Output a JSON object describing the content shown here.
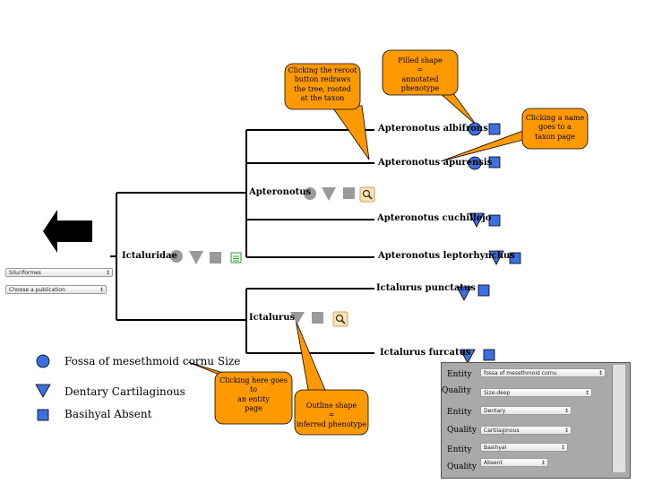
{
  "colors": {
    "phenotype_blue": "#3d6fe0",
    "inferred_gray": "#9a9a9a",
    "callout_orange": "#ff9900",
    "tree_line": "#000000"
  },
  "taxa": {
    "albifrons": "Apteronotus albifrons",
    "apurensis": "Apteronotus apurensis",
    "apteronotus": "Apteronotus",
    "cuchillejo": "Apteronotus cuchillejo",
    "leptorhynchus": "Apteronotus leptorhynchus",
    "ictaluridae": "Ictaluridae",
    "punctatus": "Ictalurus punctatus",
    "ictalurus": "Ictalurus",
    "furcatus": "Ictalurus furcatus"
  },
  "controls": {
    "order_select": "Siluriformes",
    "publication_select": "Choose a publication"
  },
  "legend": {
    "circle_label": "Fossa of mesethmoid cornu Size",
    "triangle_label": "Dentary Cartilaginous",
    "square_label": "Basihyal Absent"
  },
  "callouts": {
    "reroot": "Clicking the reroot\nbutton redraws\nthe tree, rooted\nat the taxon",
    "filled": "Filled shape\n=\nannotated phenotype",
    "name": "Clicking a name\ngoes to a\ntaxon page",
    "entity": "Clicking here goes\nto\nan entity\npage",
    "outline": "Outline shape\n=\ninferred phenotype"
  },
  "panel": {
    "entity_label": "Entity",
    "quality_label": "Quality",
    "rows": [
      {
        "entity": "fossa of mesethmoid cornu",
        "quality": "Size:deep"
      },
      {
        "entity": "Dentary",
        "quality": "Cartilaginous"
      },
      {
        "entity": "Basihyal",
        "quality": "Absent"
      }
    ]
  },
  "icons": {
    "back": "back-arrow-icon",
    "reroot": "magnifier-icon",
    "list": "list-icon"
  }
}
